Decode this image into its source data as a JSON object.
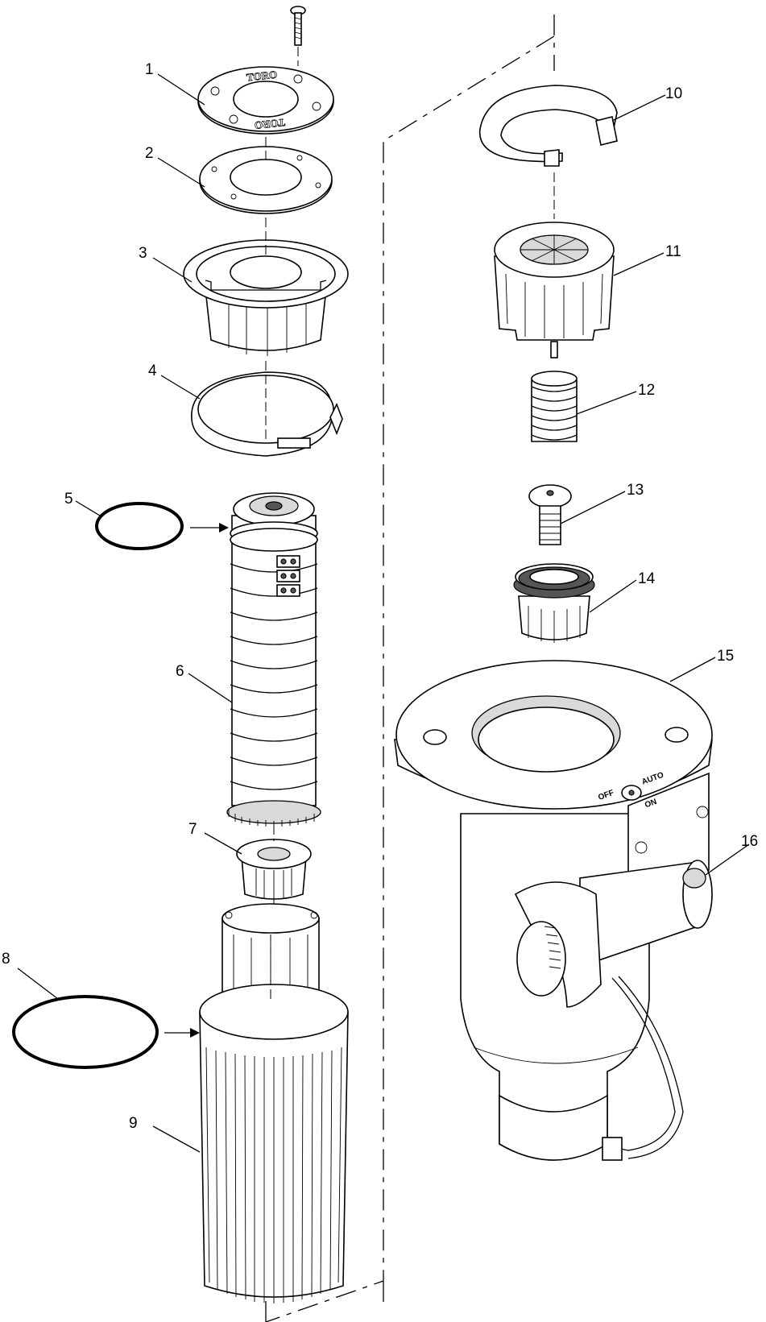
{
  "callouts": [
    "1",
    "2",
    "3",
    "4",
    "5",
    "6",
    "7",
    "8",
    "9",
    "10",
    "11",
    "12",
    "13",
    "14",
    "15",
    "16"
  ],
  "logo_text": "TORO",
  "valve_labels": {
    "off": "OFF",
    "auto": "AUTO",
    "on": "ON"
  },
  "colors": {
    "line": "#000000",
    "background": "#ffffff",
    "shade": "#d9d9d9"
  }
}
